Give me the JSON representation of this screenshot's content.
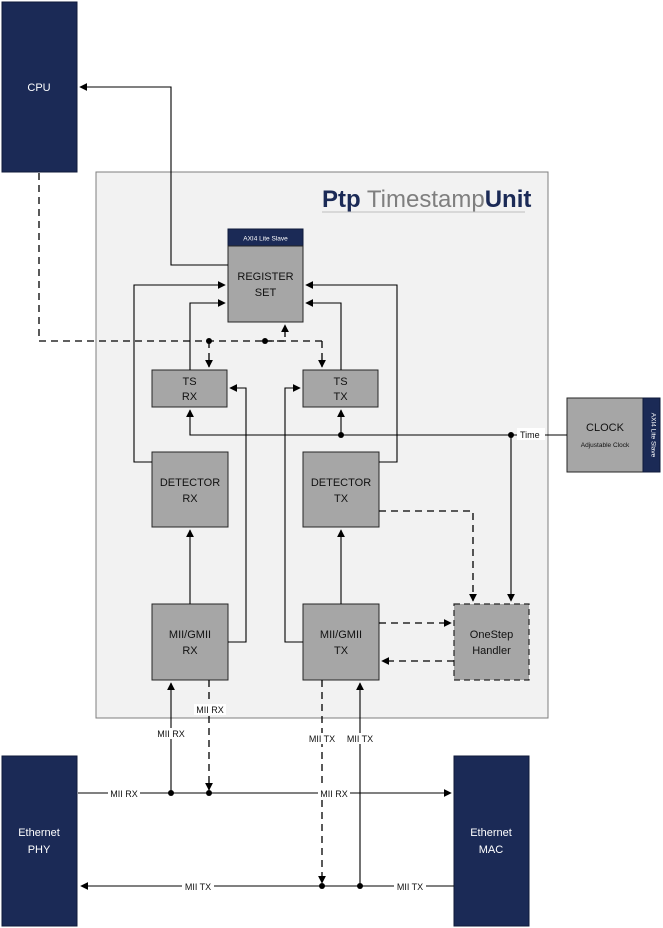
{
  "title": {
    "part1": "Ptp",
    "part2": " Timestamp",
    "part3": "Unit"
  },
  "cpu": {
    "label": "CPU"
  },
  "axi_slave_label": "AXI4 Lite Slave",
  "register_set": {
    "line1": "REGISTER",
    "line2": "SET"
  },
  "ts_rx": {
    "line1": "TS",
    "line2": "RX"
  },
  "ts_tx": {
    "line1": "TS",
    "line2": "TX"
  },
  "detector_rx": {
    "line1": "DETECTOR",
    "line2": "RX"
  },
  "detector_tx": {
    "line1": "DETECTOR",
    "line2": "TX"
  },
  "mii_rx_block": {
    "line1": "MII/GMII",
    "line2": "RX"
  },
  "mii_tx_block": {
    "line1": "MII/GMII",
    "line2": "TX"
  },
  "onestep": {
    "line1": "OneStep",
    "line2": "Handler"
  },
  "clock": {
    "line1": "CLOCK",
    "line2": "Adjustable Clock",
    "axi_label": "AXI4 Lite Slave"
  },
  "time_label": "Time",
  "eth_phy": {
    "line1": "Ethernet",
    "line2": "PHY"
  },
  "eth_mac": {
    "line1": "Ethernet",
    "line2": "MAC"
  },
  "signals": {
    "mii_rx": "MII RX",
    "mii_tx": "MII TX"
  },
  "colors": {
    "navy": "#1b2a56",
    "block": "#a6a6a6",
    "panel": "#f2f2f2",
    "title_dark": "#1b2a56",
    "title_light": "#7f7f7f"
  }
}
